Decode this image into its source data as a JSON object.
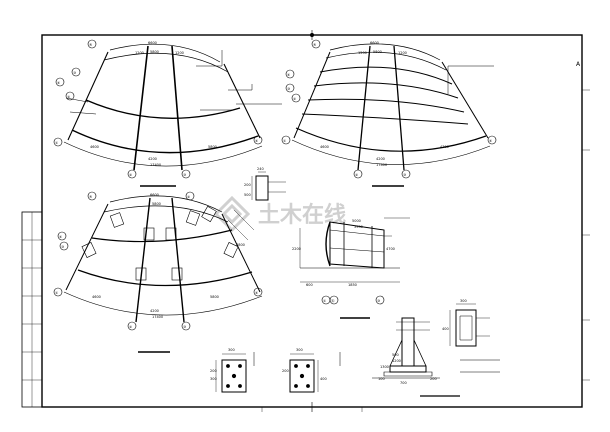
{
  "colors": {
    "ink": "#000000",
    "paper": "#ffffff",
    "watermark": "#d0d0d0"
  },
  "watermark": {
    "text": "土木在线",
    "logo_icon": "diamond-logo-icon"
  },
  "frame": {
    "north_mark": "A"
  },
  "plans": {
    "top_left": {
      "dims_top": [
        "6600",
        "5800",
        "1200",
        "1200"
      ],
      "dims_bottom": [
        "4200",
        "17400"
      ],
      "side_dims": [
        "4600",
        "5800"
      ],
      "axes": [
        "⑤",
        "④",
        "③",
        "②",
        "①",
        "②",
        "③",
        "④"
      ]
    },
    "top_right": {
      "dims_top": [
        "6600",
        "5800",
        "1200",
        "1200"
      ],
      "dims_bottom": [
        "4200",
        "17400"
      ],
      "side_dims": [
        "4600",
        "4300"
      ],
      "axes": [
        "⑤",
        "④",
        "③",
        "②",
        "①",
        "②",
        "③",
        "④"
      ]
    },
    "bottom_left": {
      "dims_top": [
        "6600",
        "5800"
      ],
      "dims_bottom": [
        "4200",
        "17400"
      ],
      "side_dims": [
        "4600",
        "5800",
        "4800"
      ],
      "axes": [
        "⑤",
        "④",
        "③",
        "②",
        "①",
        "②",
        "③",
        "④"
      ]
    }
  },
  "details": {
    "section_small": {
      "dims": [
        "240",
        "200",
        "500"
      ]
    },
    "elevation": {
      "dims": [
        "5000",
        "3950",
        "2200",
        "4700",
        "1850",
        "600"
      ],
      "axes": [
        "①",
        "Ⓐ",
        "③"
      ]
    },
    "base_plate_a": {
      "dims": [
        "300",
        "200",
        "300"
      ]
    },
    "base_plate_b": {
      "dims": [
        "300",
        "200",
        "400"
      ]
    },
    "column_base": {
      "dims": [
        "500",
        "1200",
        "1300",
        "100",
        "700",
        "200"
      ]
    },
    "column_section": {
      "dims": [
        "300",
        "400"
      ]
    }
  }
}
